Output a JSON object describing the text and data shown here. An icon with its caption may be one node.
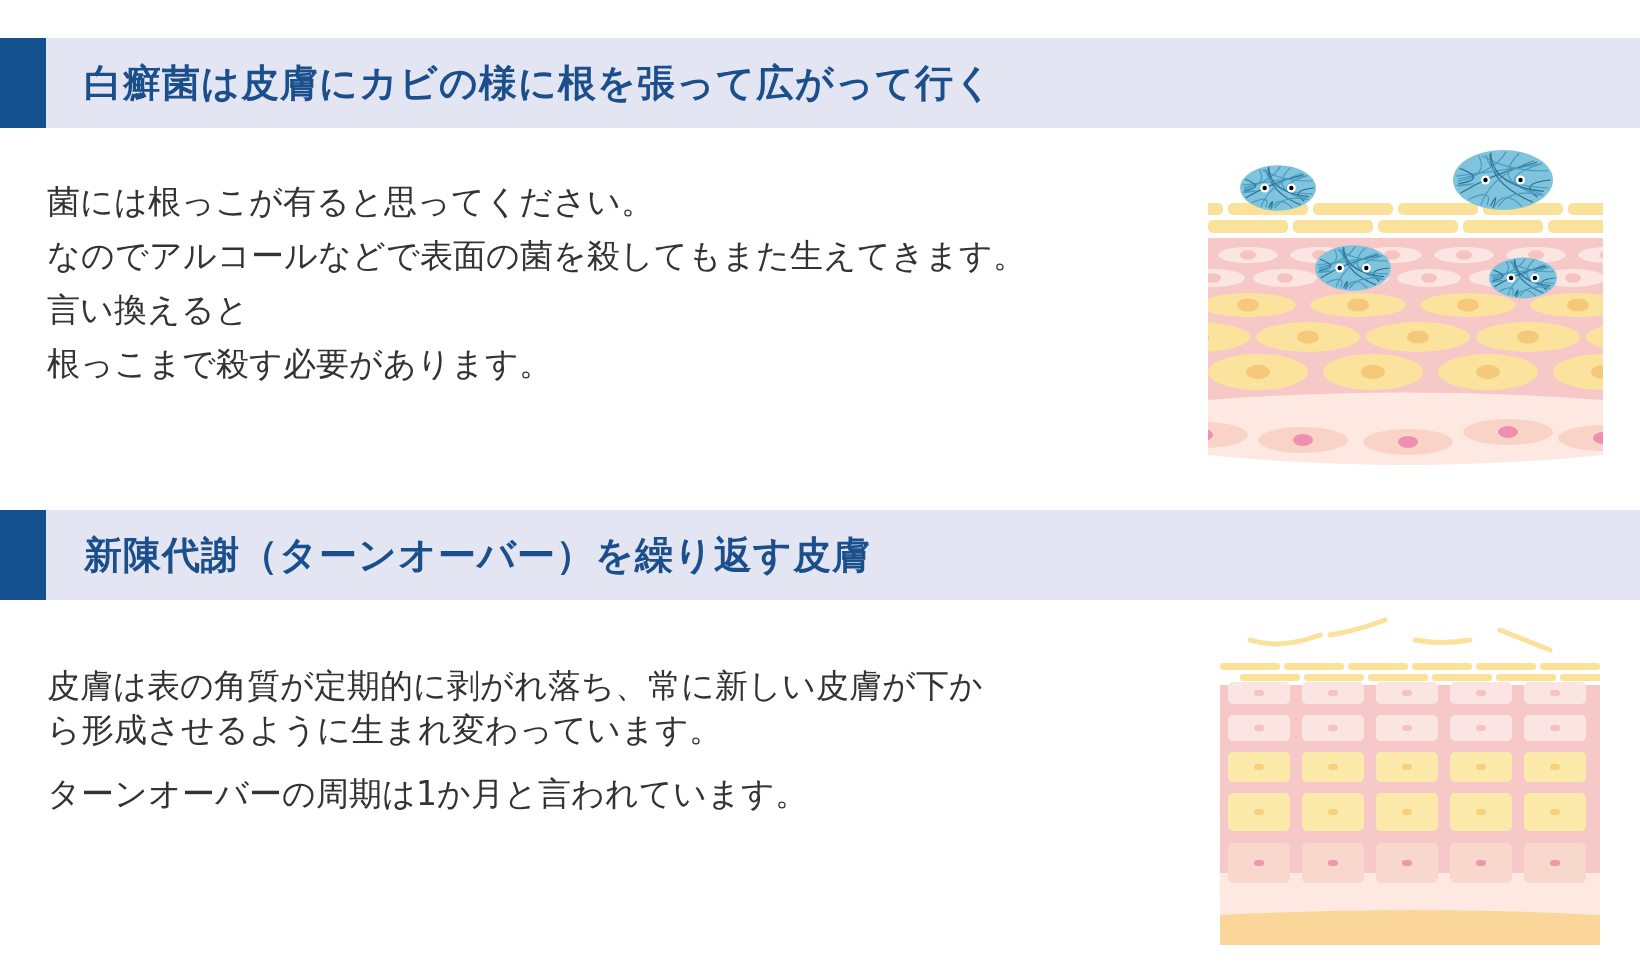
{
  "diagram": {
    "nodes": [
      {
        "text": [
          "白癬菌は皮膚にカビの様に根を張って広がって行く"
        ]
      },
      {
        "text": [
          "新陳代謝（ターンオーバー）を繰り返す皮膚"
        ]
      }
    ],
    "labels": [
      "菌には根っこが有ると思ってください。",
      "なのでアルコールなどで表面の菌を殺してもまた生えてきます。",
      "言い換えると",
      "根っこまで殺す必要があります。",
      "皮膚は表の角質が定期的に剥がれ落ち、常に新しい皮膚が下から形成させるように生まれ変わっています。",
      "ターンオーバーの周期は1か月と言われています。"
    ]
  }
}
